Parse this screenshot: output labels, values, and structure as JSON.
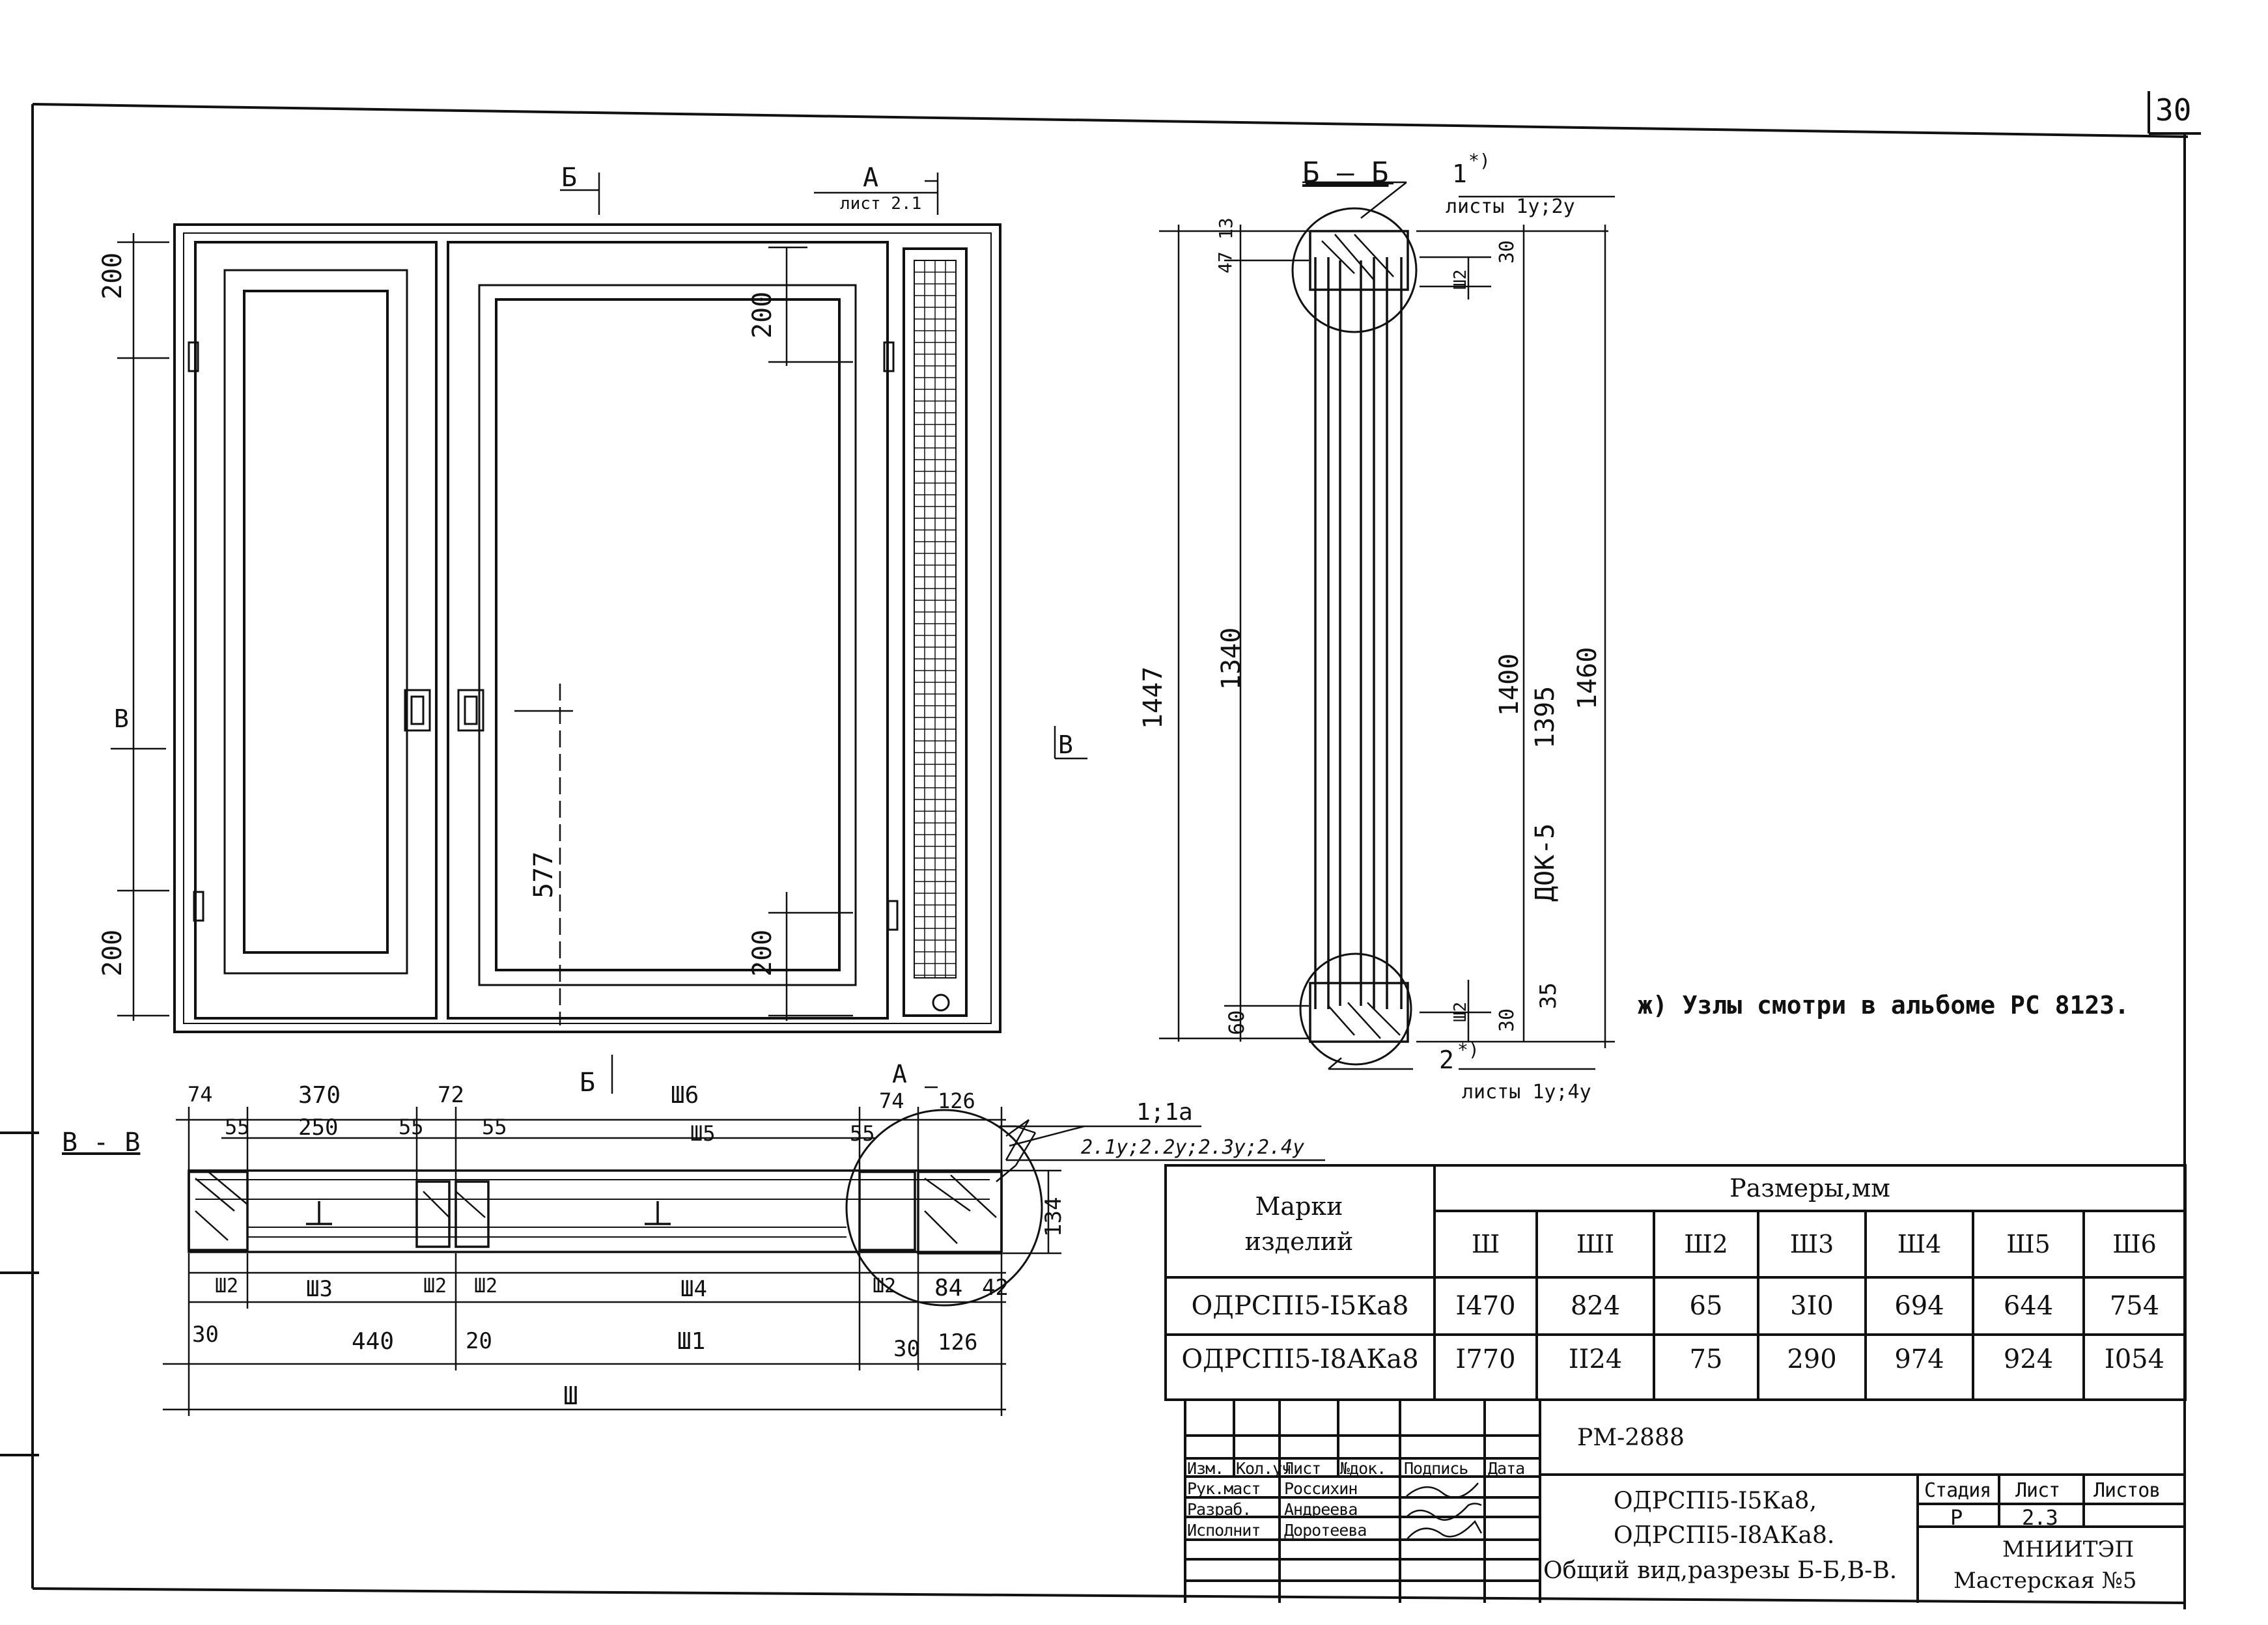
{
  "sheet": {
    "page_number": "30",
    "footnote": "ж) Узлы смотри в альбоме РС 8123."
  },
  "front_view": {
    "cut_b_top": "Б",
    "cut_b_bottom": "Б",
    "cut_v_left": "В",
    "cut_v_right": "В",
    "node_a_top": "А",
    "node_a_top_sheet": "лист 2.1",
    "node_a_bottom": "А",
    "dim_200_left_top": "200",
    "dim_200_left_bottom": "200",
    "dim_200_center_top": "200",
    "dim_200_center_bottom": "200",
    "dim_577": "577"
  },
  "section_bb": {
    "title": "Б — Б",
    "node1_label": "1",
    "node1_sheets": "листы 1у;2у",
    "node2_label": "2",
    "node2_sheets": "листы 1у;4у",
    "asterisk": "*)",
    "dim_1447": "1447",
    "dim_1340": "1340",
    "dim_47": "47",
    "dim_13": "13",
    "dim_60": "60",
    "dim_1400": "1400",
    "dim_1395": "1395",
    "dim_1460": "1460",
    "dim_dok": "ДОК-5",
    "dim_30_top": "30",
    "dim_30_bottom": "30",
    "dim_35": "35",
    "dim_sh2_top": "Ш2",
    "dim_sh2_bottom": "Ш2"
  },
  "section_vv": {
    "title": "В - В",
    "node_label": "1;1а",
    "node_sheets": "2.1у;2.2у;2.3у;2.4у",
    "d74a": "74",
    "d370": "370",
    "d72": "72",
    "dsh6": "Ш6",
    "d74b": "74",
    "d126a": "126",
    "d55a": "55",
    "d250": "250",
    "d55b": "55",
    "d55c": "55",
    "dsh5": "Ш5",
    "d55d": "55",
    "d134": "134",
    "dsh2a": "Ш2",
    "dsh3": "Ш3",
    "dsh2b": "Ш2",
    "dsh2c": "Ш2",
    "dsh4": "Ш4",
    "dsh2d": "Ш2",
    "d84": "84",
    "d42": "42",
    "d30a": "30",
    "d440": "440",
    "d20": "20",
    "dsh1": "Ш1",
    "d30b": "30",
    "d126b": "126",
    "dsh": "Ш"
  },
  "sizes_table": {
    "col_marks": "Марки изделий",
    "col_group": "Размеры,мм",
    "headers": [
      "Ш",
      "ШI",
      "Ш2",
      "Ш3",
      "Ш4",
      "Ш5",
      "Ш6"
    ],
    "rows": [
      {
        "mark": "ОДРСПI5-I5Ка8",
        "values": [
          "I470",
          "824",
          "65",
          "3I0",
          "694",
          "644",
          "754"
        ]
      },
      {
        "mark": "ОДРСПI5-I8АКа8",
        "values": [
          "I770",
          "II24",
          "75",
          "290",
          "974",
          "924",
          "I054"
        ]
      }
    ]
  },
  "title_block": {
    "doc_code": "РМ-2888",
    "revision_headers": [
      "Изм.",
      "Кол.уч",
      "Лист",
      "№док.",
      "Подпись",
      "Дата"
    ],
    "people": [
      {
        "role": "Рук.маст",
        "name": "Россихин"
      },
      {
        "role": "Разраб.",
        "name": "Андреева"
      },
      {
        "role": "Исполнит",
        "name": "Доротеева"
      }
    ],
    "title_line1": "ОДРСПI5-I5Ка8,",
    "title_line2": "ОДРСПI5-I8АКа8.",
    "title_line3": "Общий вид,разрезы Б-Б,В-В.",
    "stage_label": "Стадия",
    "sheet_label": "Лист",
    "sheets_label": "Листов",
    "stage": "Р",
    "sheet": "2.3",
    "sheets": "",
    "org1": "МНИИТЭП",
    "org2": "Мастерская №5"
  }
}
